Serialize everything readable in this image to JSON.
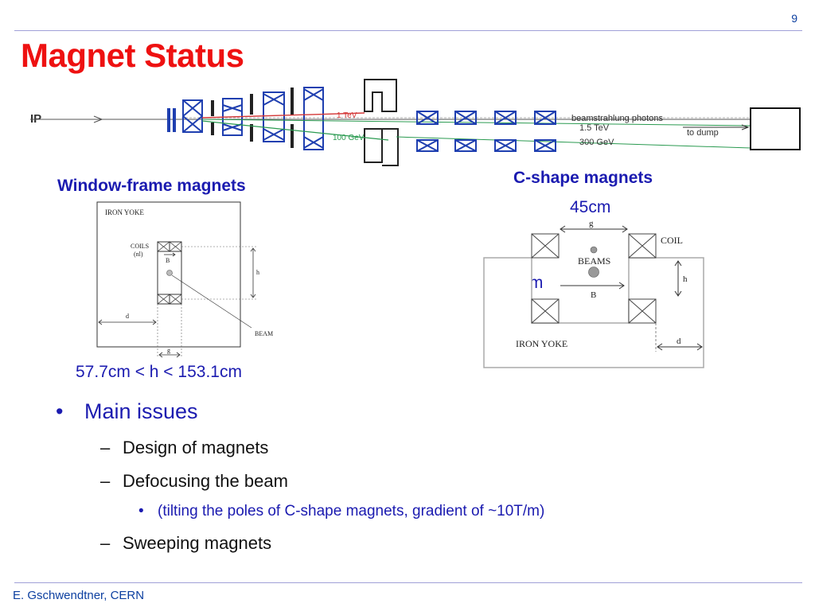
{
  "slide": {
    "page_number": "9",
    "title": "Magnet Status",
    "footer": "E. Gschwendtner, CERN"
  },
  "beamline": {
    "ip_label": "IP",
    "energy_labels": [
      "1 TeV",
      "100 GeV",
      "beamstrahlung photons",
      "1.5 TeV",
      "300 GeV",
      "to dump"
    ]
  },
  "window_frame": {
    "heading": "Window-frame magnets",
    "labels": {
      "iron_yoke": "IRON YOKE",
      "coils": "COILS",
      "coils_sub": "(nl)",
      "b": "B",
      "h": "h",
      "d": "d",
      "g": "g",
      "beam": "BEAM"
    },
    "range": "57.7cm < h < 153.1cm"
  },
  "c_shape": {
    "heading": "C-shape magnets",
    "width": "45cm",
    "height": "75cm",
    "labels": {
      "g": "g",
      "coil": "COIL",
      "beams": "BEAMS",
      "b": "B",
      "h": "h",
      "iron_yoke": "IRON YOKE",
      "d": "d"
    }
  },
  "issues": {
    "heading": "Main issues",
    "items": [
      "Design of magnets",
      "Defocusing the beam",
      "Sweeping magnets"
    ],
    "sub_item": "(tilting the poles of C-shape magnets, gradient of ~10T/m)"
  },
  "colors": {
    "title": "#ee1111",
    "accent_blue": "#1b1bb0",
    "rule": "#a0a0d8",
    "beam_red": "#d43a3a",
    "beam_green": "#2a9a50"
  }
}
